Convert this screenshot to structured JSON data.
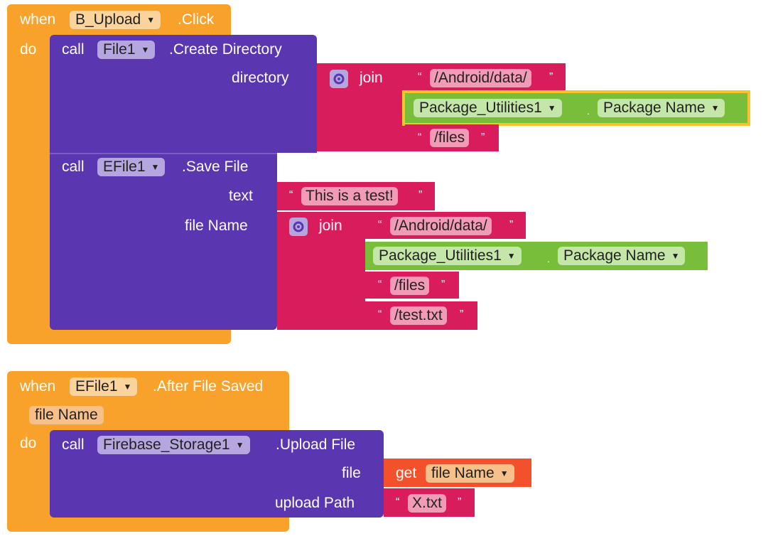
{
  "block1": {
    "when": "when",
    "component": "B_Upload",
    "event": ".Click",
    "do": "do",
    "call1": {
      "call": "call",
      "component": "File1",
      "method": ".Create Directory",
      "arg_label": "directory",
      "join": "join",
      "str1": "/Android/data/",
      "pkg_component": "Package_Utilities1",
      "pkg_property": "Package Name",
      "str2": "/files"
    },
    "call2": {
      "call": "call",
      "component": "EFile1",
      "method": ".Save File",
      "text_label": "text",
      "text_value": "This is a test!",
      "filename_label": "file Name",
      "join": "join",
      "str1": "/Android/data/",
      "pkg_component": "Package_Utilities1",
      "pkg_property": "Package Name",
      "str2": "/files",
      "str3": "/test.txt"
    }
  },
  "block2": {
    "when": "when",
    "component": "EFile1",
    "event": ".After File Saved",
    "param": "file Name",
    "do": "do",
    "call": {
      "call": "call",
      "component": "Firebase_Storage1",
      "method": ".Upload File",
      "file_label": "file",
      "get": "get",
      "get_var": "file Name",
      "path_label": "upload Path",
      "path_value": "X.txt"
    }
  },
  "glyphs": {
    "open_quote": "“",
    "close_quote": "”",
    "dropdown_arrow": "▼",
    "dot": "."
  },
  "colors": {
    "event": "#f9a22b",
    "call": "#5a37b1",
    "text": "#d91c5c",
    "property": "#78be3a",
    "variable": "#f2512b",
    "selected_outline": "#f7c52b"
  }
}
